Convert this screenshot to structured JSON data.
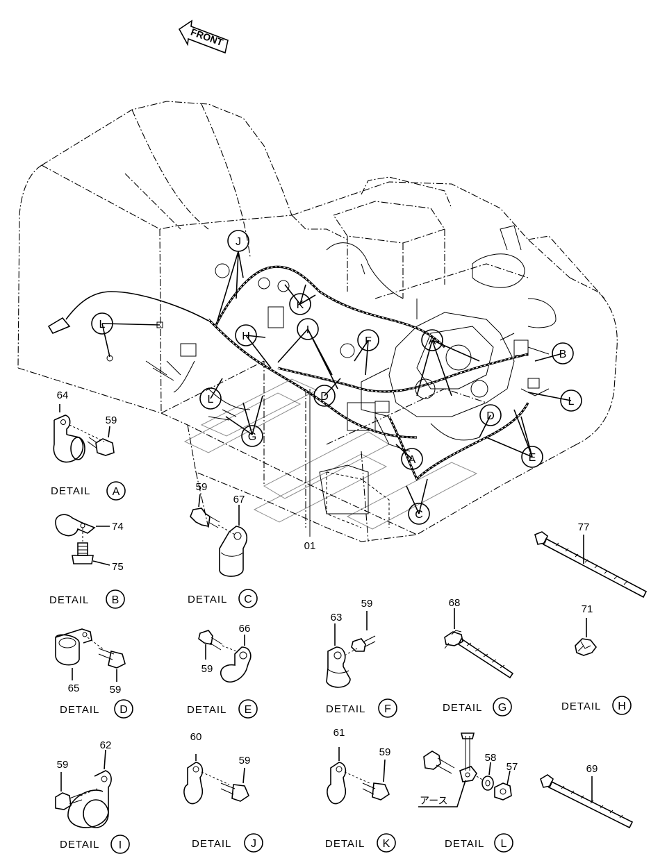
{
  "front_label": "FRONT",
  "main_assembly_label": "01",
  "ground_label": "アース",
  "detail_word": "DETAIL",
  "callouts": [
    "J",
    "K",
    "L",
    "H",
    "I",
    "F",
    "A",
    "B",
    "L",
    "D",
    "G",
    "D",
    "E",
    "A",
    "C",
    "L"
  ],
  "details": [
    {
      "letter": "A",
      "parts": [
        "64",
        "59"
      ]
    },
    {
      "letter": "B",
      "parts": [
        "74",
        "75"
      ]
    },
    {
      "letter": "C",
      "parts": [
        "59",
        "67"
      ]
    },
    {
      "letter": "D",
      "parts": [
        "65",
        "59"
      ]
    },
    {
      "letter": "E",
      "parts": [
        "66",
        "59"
      ]
    },
    {
      "letter": "F",
      "parts": [
        "63",
        "59"
      ]
    },
    {
      "letter": "G",
      "parts": [
        "68"
      ]
    },
    {
      "letter": "H",
      "parts": [
        "71"
      ]
    },
    {
      "letter": "I",
      "parts": [
        "59",
        "62"
      ]
    },
    {
      "letter": "J",
      "parts": [
        "60",
        "59"
      ]
    },
    {
      "letter": "K",
      "parts": [
        "61",
        "59"
      ]
    },
    {
      "letter": "L",
      "parts": [
        "58",
        "57"
      ]
    }
  ],
  "loose_parts": [
    "77",
    "69"
  ]
}
